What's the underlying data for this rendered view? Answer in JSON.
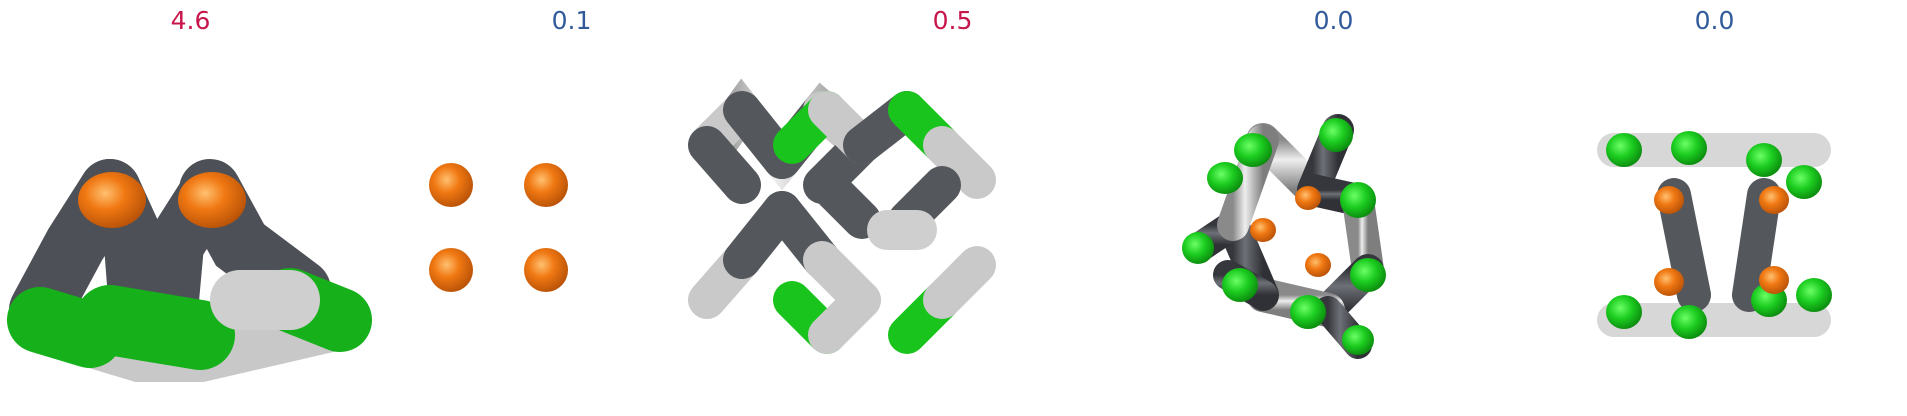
{
  "colors": {
    "carbon": "#55575d",
    "element_green": "#19c41d",
    "hydrogen": "#c5c5c5",
    "orange": "#ef7010",
    "score_high": "#c8164b",
    "score_low": "#305a9a"
  },
  "panels": [
    {
      "score": "4.6",
      "score_color": "#c8164b"
    },
    {
      "score": "0.1",
      "score_color": "#305a9a"
    },
    {
      "score": "0.5",
      "score_color": "#c8164b"
    },
    {
      "score": "0.0",
      "score_color": "#305a9a"
    },
    {
      "score": "0.0",
      "score_color": "#305a9a"
    }
  ]
}
